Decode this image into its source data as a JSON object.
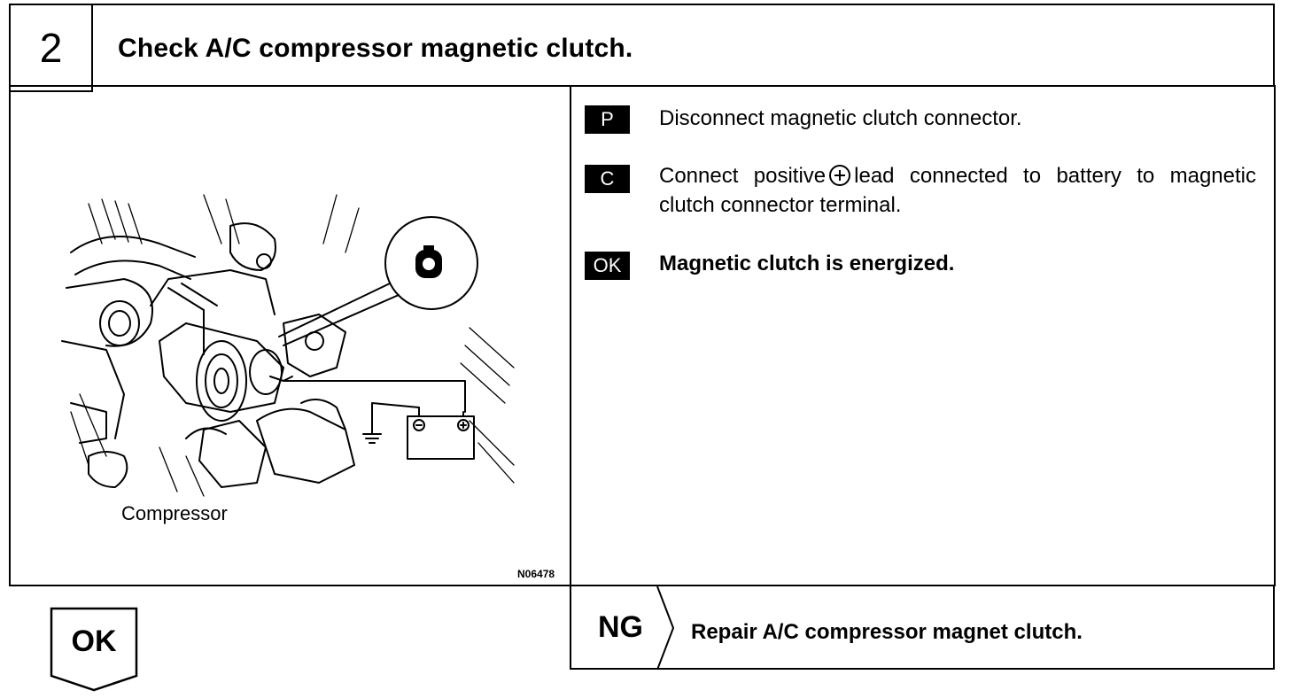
{
  "step": {
    "number": "2",
    "title": "Check A/C compressor magnetic clutch."
  },
  "figure": {
    "label": "Compressor",
    "code": "N06478"
  },
  "instructions": [
    {
      "tag": "P",
      "text": "Disconnect magnetic clutch connector."
    },
    {
      "tag": "C",
      "text_before": "Connect positive",
      "symbol": "plus-circle-icon",
      "text_after": "lead connected to battery to magnetic clutch connector terminal."
    },
    {
      "tag": "OK",
      "text": "Magnetic clutch is energized."
    }
  ],
  "result_ok": {
    "label": "OK"
  },
  "result_ng": {
    "label": "NG",
    "action": "Repair A/C compressor magnet clutch."
  }
}
